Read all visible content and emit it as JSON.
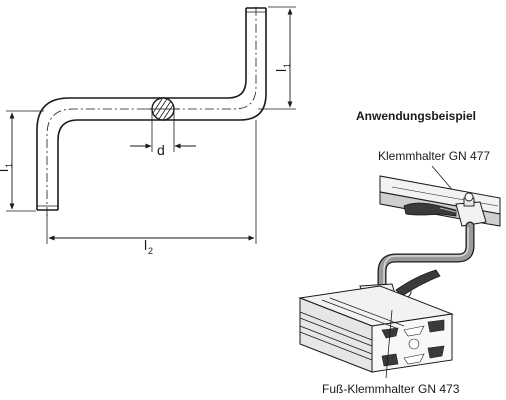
{
  "dimensions": {
    "l1_top": {
      "main": "l",
      "sub": "1"
    },
    "l1_left": {
      "main": "l",
      "sub": "1"
    },
    "l2": {
      "main": "l",
      "sub": "2"
    },
    "d": "d"
  },
  "application": {
    "title": "Anwendungsbeispiel",
    "label_top": "Klemmhalter GN 477",
    "label_bottom": "Fuß-Klemmhalter GN 473"
  },
  "colors": {
    "line": "#1a1a1a",
    "rod_fill": "#ffffff",
    "rod_3d_fill": "#9a9a9a",
    "part_fill": "#f2f2f2",
    "part_shade": "#cfcfcf",
    "handle": "#3a3a3a"
  }
}
